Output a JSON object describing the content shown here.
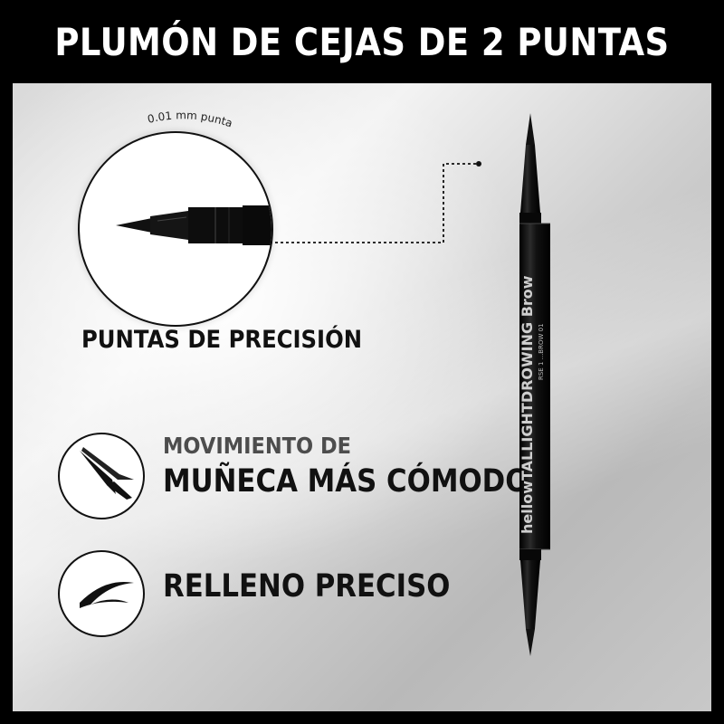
{
  "title": "PLUMÓN DE CEJAS DE 2 PUNTAS",
  "zoom": {
    "tip_label": "0.01 mm punta",
    "heading": "PUNTAS DE PRECISIÓN"
  },
  "features": [
    {
      "icon": "tweezers-icon",
      "line1": "MOVIMIENTO DE",
      "line2": "MUÑECA MÁS CÓMODO"
    },
    {
      "icon": "brow-stroke-icon",
      "line1": "RELLENO PRECISO"
    }
  ],
  "pen": {
    "brand_text": "hellowTALLIGHTDROWING Brow",
    "small_text": "RSE 1 ...BROW 01"
  },
  "colors": {
    "header_bg": "#000000",
    "title_text": "#ffffff",
    "heading_text": "#111111",
    "subheading_text": "#4d4d4d",
    "pen_body": "#1a1a1a"
  }
}
